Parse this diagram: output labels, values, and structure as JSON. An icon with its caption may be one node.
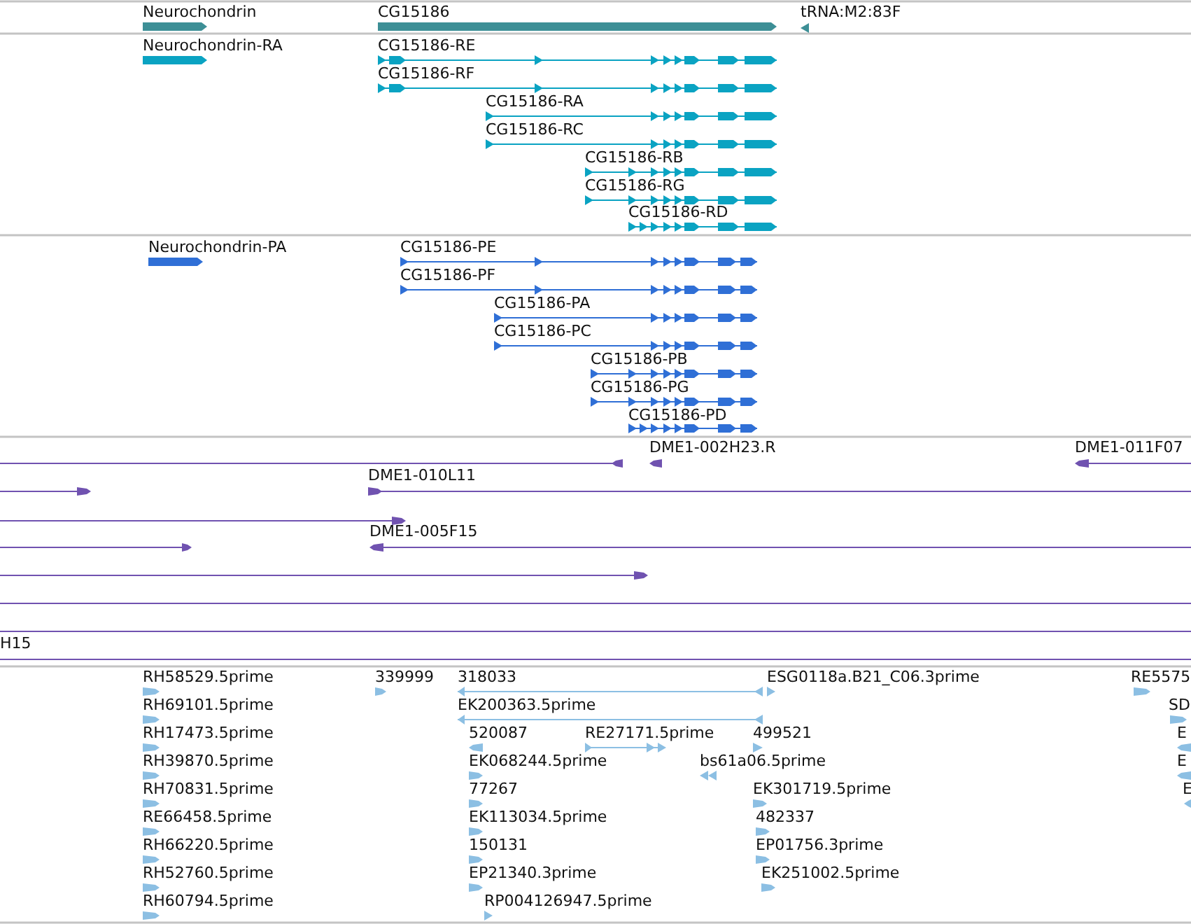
{
  "diagram": {
    "labels": [
      "Neurochondrin",
      "CG15186",
      "tRNA:M2:83F",
      "Neurochondrin-RA",
      "CG15186-RE",
      "CG15186-RF",
      "CG15186-RA",
      "CG15186-RC",
      "CG15186-RB",
      "CG15186-RG",
      "CG15186-RD",
      "Neurochondrin-PA",
      "CG15186-PE",
      "CG15186-PF",
      "CG15186-PA",
      "CG15186-PC",
      "CG15186-PB",
      "CG15186-PG",
      "CG15186-PD",
      "DME1-002H23.R",
      "DME1-011F07",
      "DME1-010L11",
      "DME1-005F15",
      "H15",
      "RH58529.5prime",
      "339999",
      "318033",
      "ESG0118a.B21_C06.3prime",
      "RE5575",
      "RH69101.5prime",
      "EK200363.5prime",
      "SD",
      "RH17473.5prime",
      "520087",
      "RE27171.5prime",
      "499521",
      "E",
      "RH39870.5prime",
      "EK068244.5prime",
      "bs61a06.5prime",
      "E",
      "RH70831.5prime",
      "77267",
      "EK301719.5prime",
      "E",
      "RE66458.5prime",
      "EK113034.5prime",
      "482337",
      "RH66220.5prime",
      "150131",
      "EP01756.3prime",
      "RH52760.5prime",
      "EP21340.3prime",
      "EK251002.5prime",
      "RH60794.5prime",
      "RP004126947.5prime"
    ]
  }
}
